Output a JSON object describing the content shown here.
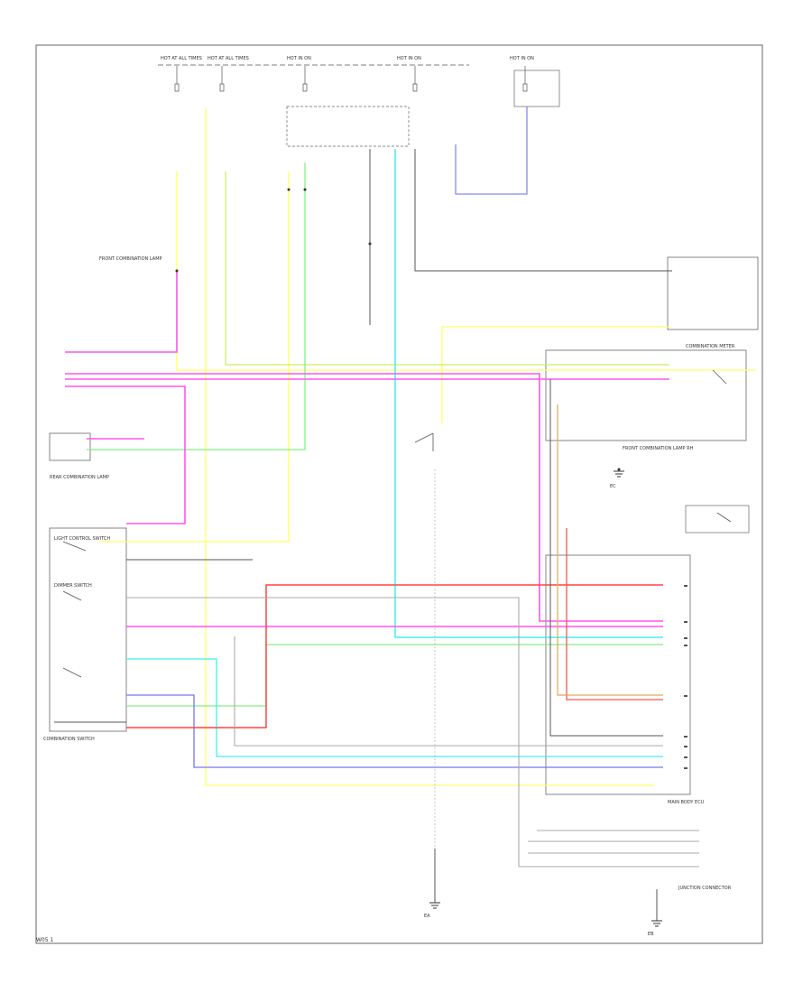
{
  "colors": {
    "frame": "#555555",
    "wire_black": "#444444",
    "wire_grey": "#999999",
    "wire_yellow": "#ffff66",
    "wire_yellow_green": "#ccee66",
    "wire_pink": "#ff55ee",
    "wire_magenta": "#ee33cc",
    "wire_cyan": "#44eeee",
    "wire_light_blue": "#88bbff",
    "wire_blue": "#7777ee",
    "wire_red": "#ff4444",
    "wire_orange": "#ddaa55",
    "wire_green": "#88ee88"
  },
  "fuse_labels": {
    "fuse1": "HOT AT ALL TIMES",
    "fuse2": "HOT AT ALL TIMES",
    "fuse3": "HOT IN ON",
    "fuse4": "HOT IN ON",
    "fuse5": "HOT IN ON"
  },
  "component_labels": {
    "front_combination_lamp": "FRONT COMBINATION LAMP",
    "combination_meter": "COMBINATION METER",
    "front_combination_lamp_rh": "FRONT COMBINATION LAMP RH",
    "rear_combination_lamp": "REAR COMBINATION LAMP",
    "combination_switch": "COMBINATION SWITCH",
    "body_ecu": "MAIN BODY ECU",
    "junction_connector": "JUNCTION CONNECTOR",
    "light_control_switch": "LIGHT CONTROL SWITCH",
    "dimmer_switch": "DIMMER SWITCH",
    "ground_ea": "EA",
    "ground_eb": "EB",
    "ground_ec": "EC"
  },
  "footer": {
    "code": "W05 1"
  }
}
